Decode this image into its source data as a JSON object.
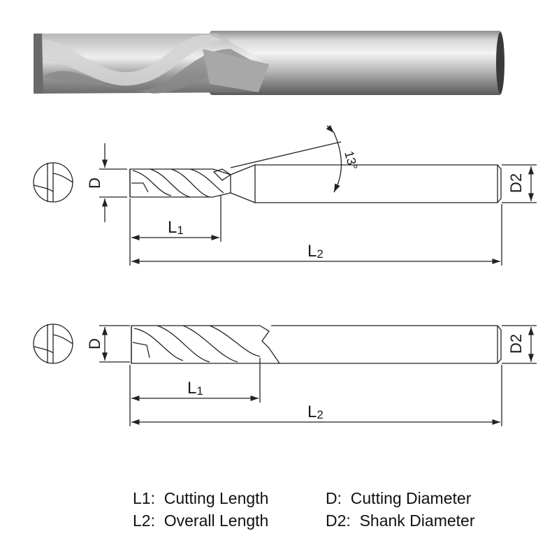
{
  "diagram": {
    "angle_label": "13°",
    "top_drawing": {
      "D": "D",
      "D2": "D2",
      "L1_letter": "L",
      "L1_sub": "1",
      "L2_letter": "L",
      "L2_sub": "2"
    },
    "bottom_drawing": {
      "D": "D",
      "D2": "D2",
      "L1_letter": "L",
      "L1_sub": "1",
      "L2_letter": "L",
      "L2_sub": "2"
    }
  },
  "legend": {
    "L1": "L1:  Cutting Length",
    "L2": "L2:  Overall Length",
    "D": "D:  Cutting Diameter",
    "D2": "D2:  Shank Diameter"
  }
}
